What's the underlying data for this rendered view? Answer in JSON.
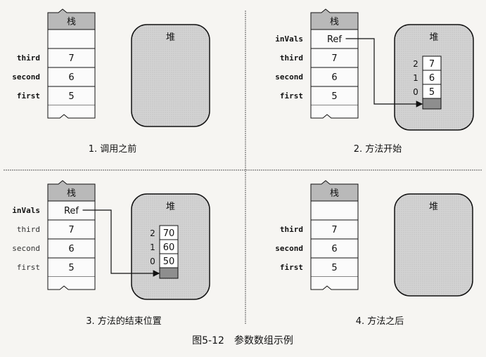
{
  "figure_caption": "图5-12　参数数组示例",
  "labels": {
    "stack": "栈",
    "heap": "堆"
  },
  "panels": [
    {
      "caption": "1. 调用之前",
      "stack_rows": [
        {
          "name": "third",
          "value": "7"
        },
        {
          "name": "second",
          "value": "6"
        },
        {
          "name": "first",
          "value": "5"
        }
      ]
    },
    {
      "caption": "2. 方法开始",
      "stack_rows": [
        {
          "name": "inVals",
          "value": "Ref"
        },
        {
          "name": "third",
          "value": "7"
        },
        {
          "name": "second",
          "value": "6"
        },
        {
          "name": "first",
          "value": "5"
        }
      ],
      "array": [
        {
          "index": "2",
          "value": "7"
        },
        {
          "index": "1",
          "value": "6"
        },
        {
          "index": "0",
          "value": "5"
        }
      ]
    },
    {
      "caption": "3. 方法的结束位置",
      "stack_rows": [
        {
          "name": "inVals",
          "value": "Ref"
        },
        {
          "name": "third",
          "value": "7"
        },
        {
          "name": "second",
          "value": "6"
        },
        {
          "name": "first",
          "value": "5"
        }
      ],
      "array": [
        {
          "index": "2",
          "value": "70"
        },
        {
          "index": "1",
          "value": "60"
        },
        {
          "index": "0",
          "value": "50"
        }
      ]
    },
    {
      "caption": "4. 方法之后",
      "stack_rows": [
        {
          "name": "third",
          "value": "7"
        },
        {
          "name": "second",
          "value": "6"
        },
        {
          "name": "first",
          "value": "5"
        }
      ]
    }
  ],
  "colors": {
    "stack_header": "#b9b9b9",
    "heap_fill": "#d3d3d3",
    "array_tail": "#8e8e8e",
    "ink": "#111111"
  }
}
